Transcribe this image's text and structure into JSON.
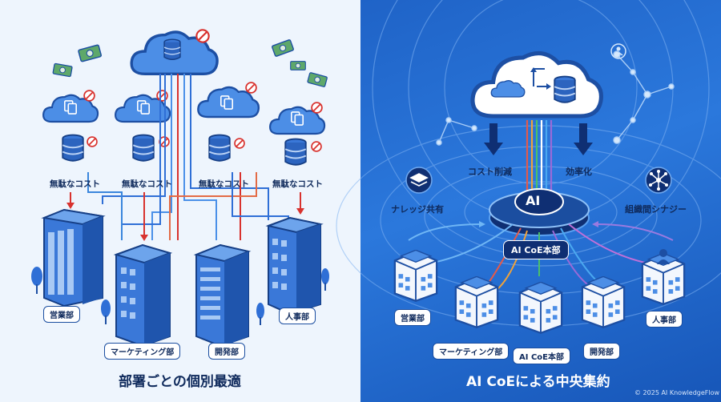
{
  "left": {
    "title": "部署ごとの個別最適",
    "waste_label": "無駄なコスト",
    "departments": {
      "sales": "営業部",
      "marketing": "マーケティング部",
      "development": "開発部",
      "hr": "人事部"
    }
  },
  "right": {
    "title": "AI CoEによる中央集約",
    "hub_text": "AI",
    "hub_label": "AI CoE本部",
    "benefits": {
      "cost": "コスト削減",
      "efficiency": "効率化",
      "knowledge": "ナレッジ共有",
      "synergy": "組織間シナジー"
    },
    "departments": {
      "sales": "営業部",
      "marketing": "マーケティング部",
      "coe": "AI CoE本部",
      "development": "開発部",
      "hr": "人事部"
    }
  },
  "copyright": "© 2025 AI KnowledgeFlow",
  "colors": {
    "left_bg": "#eef5fd",
    "right_bg": "#2b78dc",
    "building_blue": "#2f6fd6",
    "waste_red": "#d8322e",
    "navy": "#0f2a5c"
  }
}
